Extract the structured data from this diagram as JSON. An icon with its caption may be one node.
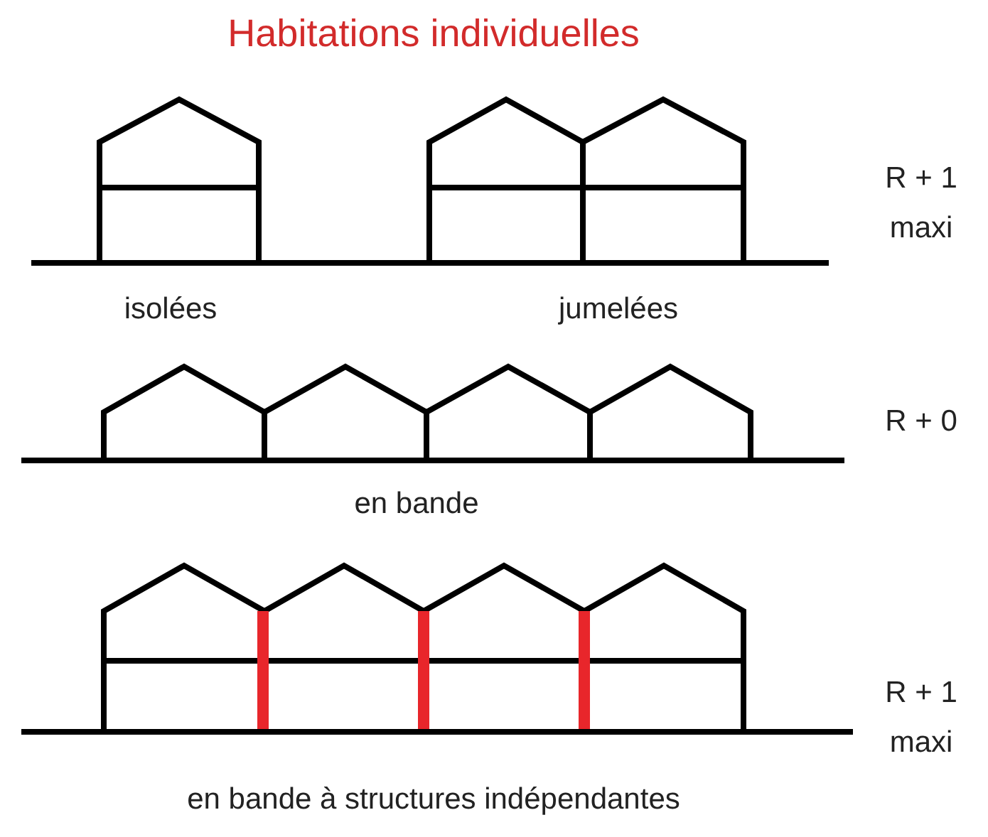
{
  "diagram": {
    "title": "Habitations individuelles",
    "labels": [
      "R + 1 maxi",
      "isolées",
      "jumelées",
      "R + 0",
      "en bande",
      "R + 1 maxi",
      "en bande à structures indépendantes"
    ]
  }
}
